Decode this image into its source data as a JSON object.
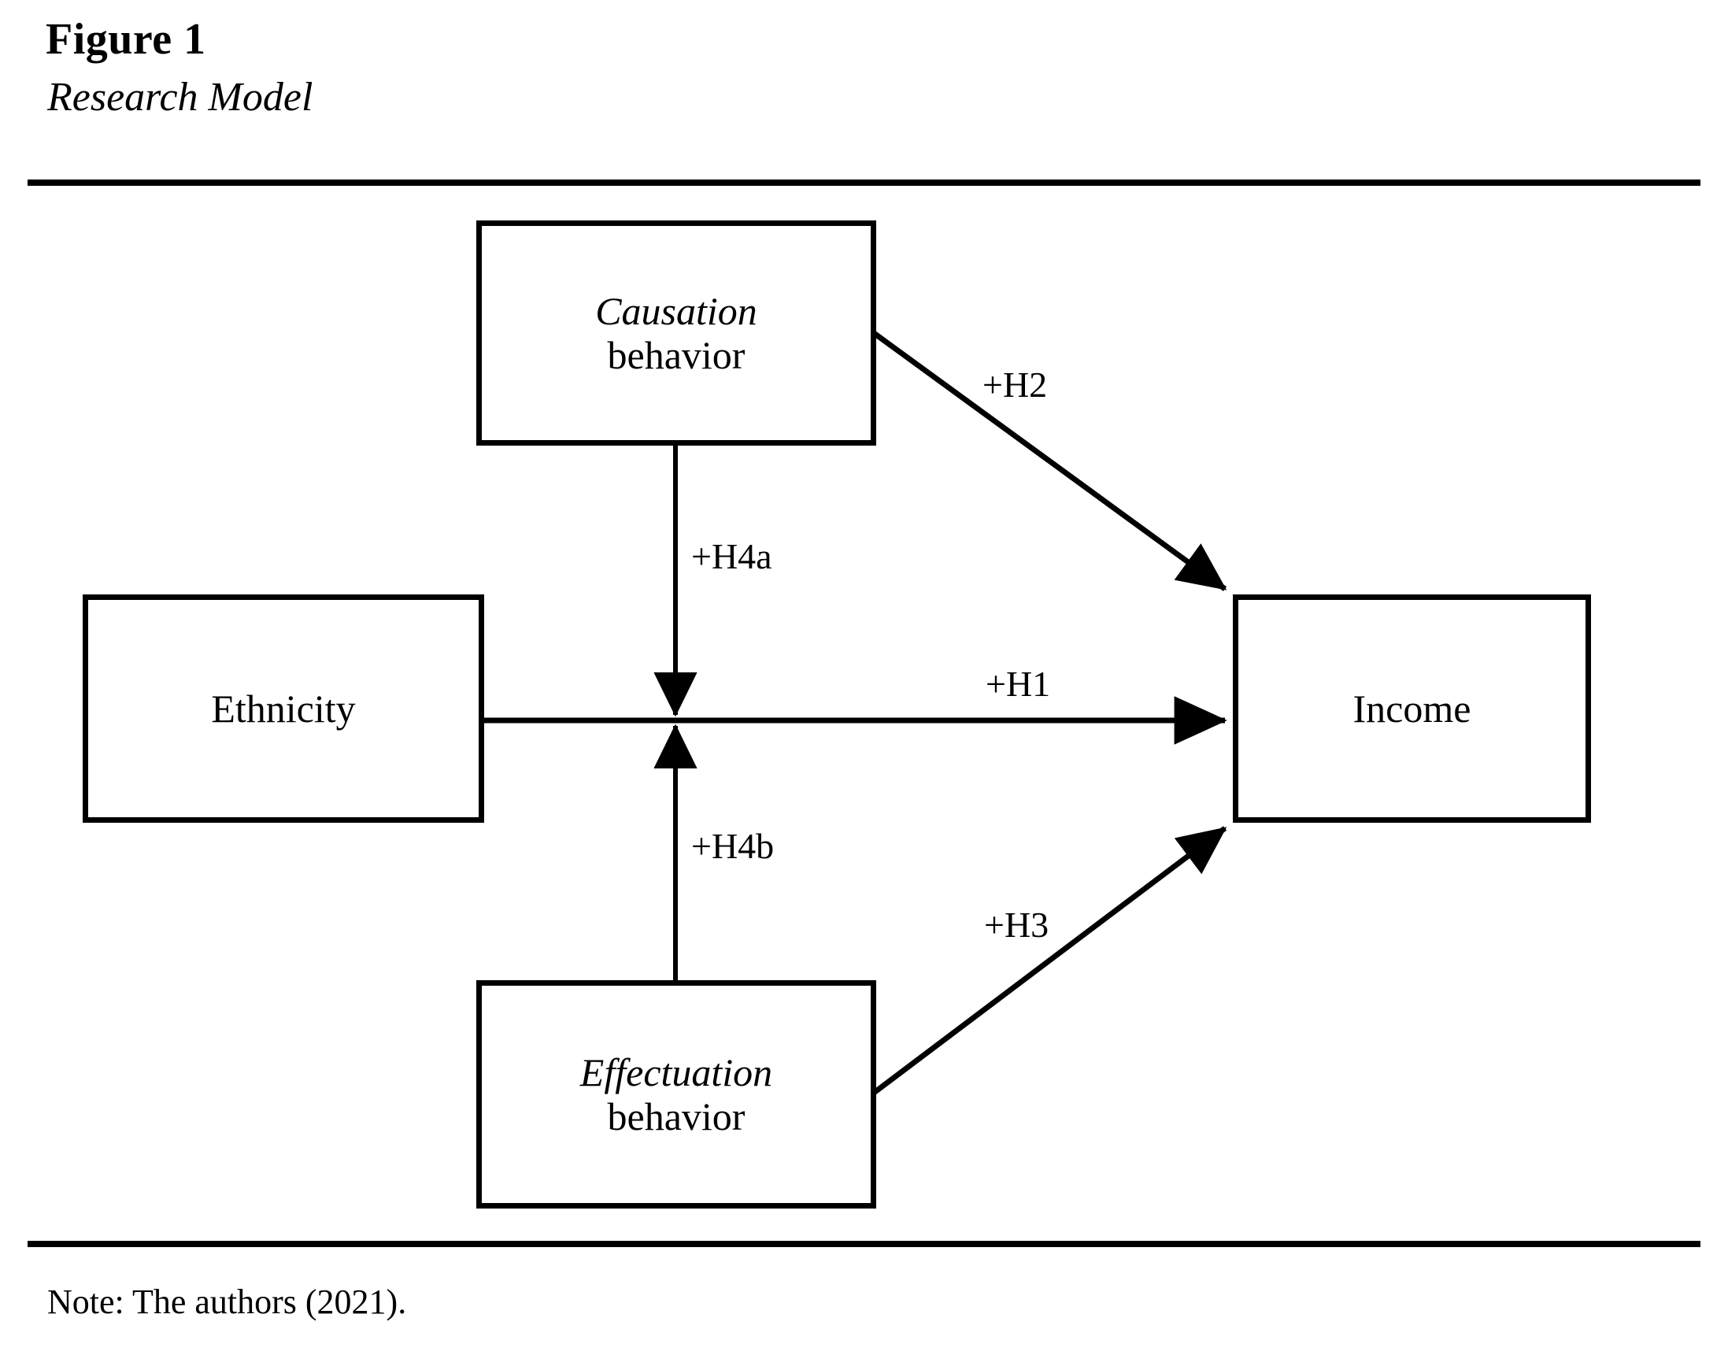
{
  "figure": {
    "label": "Figure 1",
    "caption": "Research Model",
    "note": "Note: The authors (2021)."
  },
  "colors": {
    "ink": "#000000",
    "background": "#ffffff"
  },
  "chart_data": {
    "type": "diagram",
    "title": "Research Model",
    "subtitle": "Figure 1",
    "note": "Note: The authors (2021).",
    "nodes": [
      {
        "id": "causation",
        "lines": [
          "Causation",
          "behavior"
        ],
        "emphasis": [
          "italic",
          "regular"
        ],
        "shape": "rectangle",
        "position": "top-center"
      },
      {
        "id": "ethnicity",
        "lines": [
          "Ethnicity"
        ],
        "emphasis": [
          "regular"
        ],
        "shape": "rectangle",
        "position": "middle-left"
      },
      {
        "id": "income",
        "lines": [
          "Income"
        ],
        "emphasis": [
          "regular"
        ],
        "shape": "rectangle",
        "position": "middle-right"
      },
      {
        "id": "effectuation",
        "lines": [
          "Effectuation",
          "behavior"
        ],
        "emphasis": [
          "italic",
          "regular"
        ],
        "shape": "rectangle",
        "position": "bottom-center"
      }
    ],
    "edges": [
      {
        "id": "h1",
        "label": "+H1",
        "from": "ethnicity",
        "to": "income",
        "sign": "+",
        "kind": "direct-effect",
        "style": "straight-horizontal",
        "arrowhead": "to"
      },
      {
        "id": "h2",
        "label": "+H2",
        "from": "causation",
        "to": "income",
        "sign": "+",
        "kind": "direct-effect",
        "style": "diagonal",
        "arrowhead": "to"
      },
      {
        "id": "h3",
        "label": "+H3",
        "from": "effectuation",
        "to": "income",
        "sign": "+",
        "kind": "direct-effect",
        "style": "diagonal",
        "arrowhead": "to"
      },
      {
        "id": "h4a",
        "label": "+H4a",
        "from": "causation",
        "to": "h1",
        "sign": "+",
        "kind": "moderation",
        "style": "vertical",
        "arrowhead": "to"
      },
      {
        "id": "h4b",
        "label": "+H4b",
        "from": "effectuation",
        "to": "h1",
        "sign": "+",
        "kind": "moderation",
        "style": "vertical",
        "arrowhead": "to"
      }
    ]
  },
  "nodes": {
    "causation": {
      "line1": "Causation",
      "line2": "behavior"
    },
    "ethnicity": {
      "line1": "Ethnicity"
    },
    "income": {
      "line1": "Income"
    },
    "effectuation": {
      "line1": "Effectuation",
      "line2": "behavior"
    }
  },
  "labels": {
    "h1": "+H1",
    "h2": "+H2",
    "h3": "+H3",
    "h4a": "+H4a",
    "h4b": "+H4b"
  }
}
